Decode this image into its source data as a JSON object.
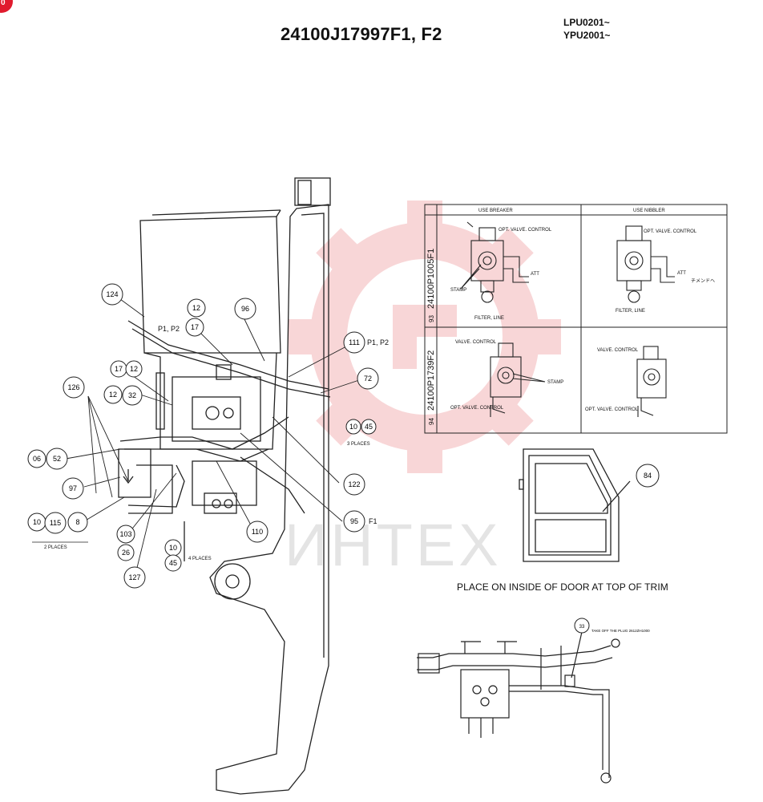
{
  "header": {
    "title": "24100J17997F1, F2",
    "serials": [
      "LPU0201~",
      "YPU2001~"
    ],
    "corner_badge": "0"
  },
  "watermark": {
    "text": "ИНТЕХ",
    "color": "#f4b6b8"
  },
  "callouts_main": [
    "124",
    "12",
    "96",
    "17",
    "111",
    "126",
    "17",
    "12",
    "72",
    "12",
    "32",
    "10",
    "45",
    "06",
    "52",
    "122",
    "97",
    "95",
    "10",
    "115",
    "8",
    "110",
    "103",
    "26",
    "10",
    "45",
    "127"
  ],
  "labels_main": {
    "p1p2_left": "P1, P2",
    "p1p2_right": "P1, P2",
    "f1": "F1",
    "three_places": "3 PLACES",
    "two_places": "2 PLACES",
    "four_places": "4 PLACES"
  },
  "table": {
    "col1_header": "USE BREAKER",
    "col2_header": "USE NIBBLER",
    "row1_part": "24100P1005F1",
    "row1_index": "93",
    "row2_part": "24100P1739F2",
    "row2_index": "94",
    "opt_valve_control": "OPT. VALVE. CONTROL",
    "att": "ATT",
    "att_jp": "チメンドヘ",
    "stamp": "STAMP",
    "filter_line": "FILTER, LINE",
    "valve_control": "VALVE. CONTROL"
  },
  "door": {
    "callout": "84",
    "note": "PLACE ON INSIDE OF DOOR AT TOP OF TRIM"
  },
  "bottom_detail": {
    "callout": "33",
    "note": "TAKE OFF THE PLUG 2612ZH1000"
  }
}
